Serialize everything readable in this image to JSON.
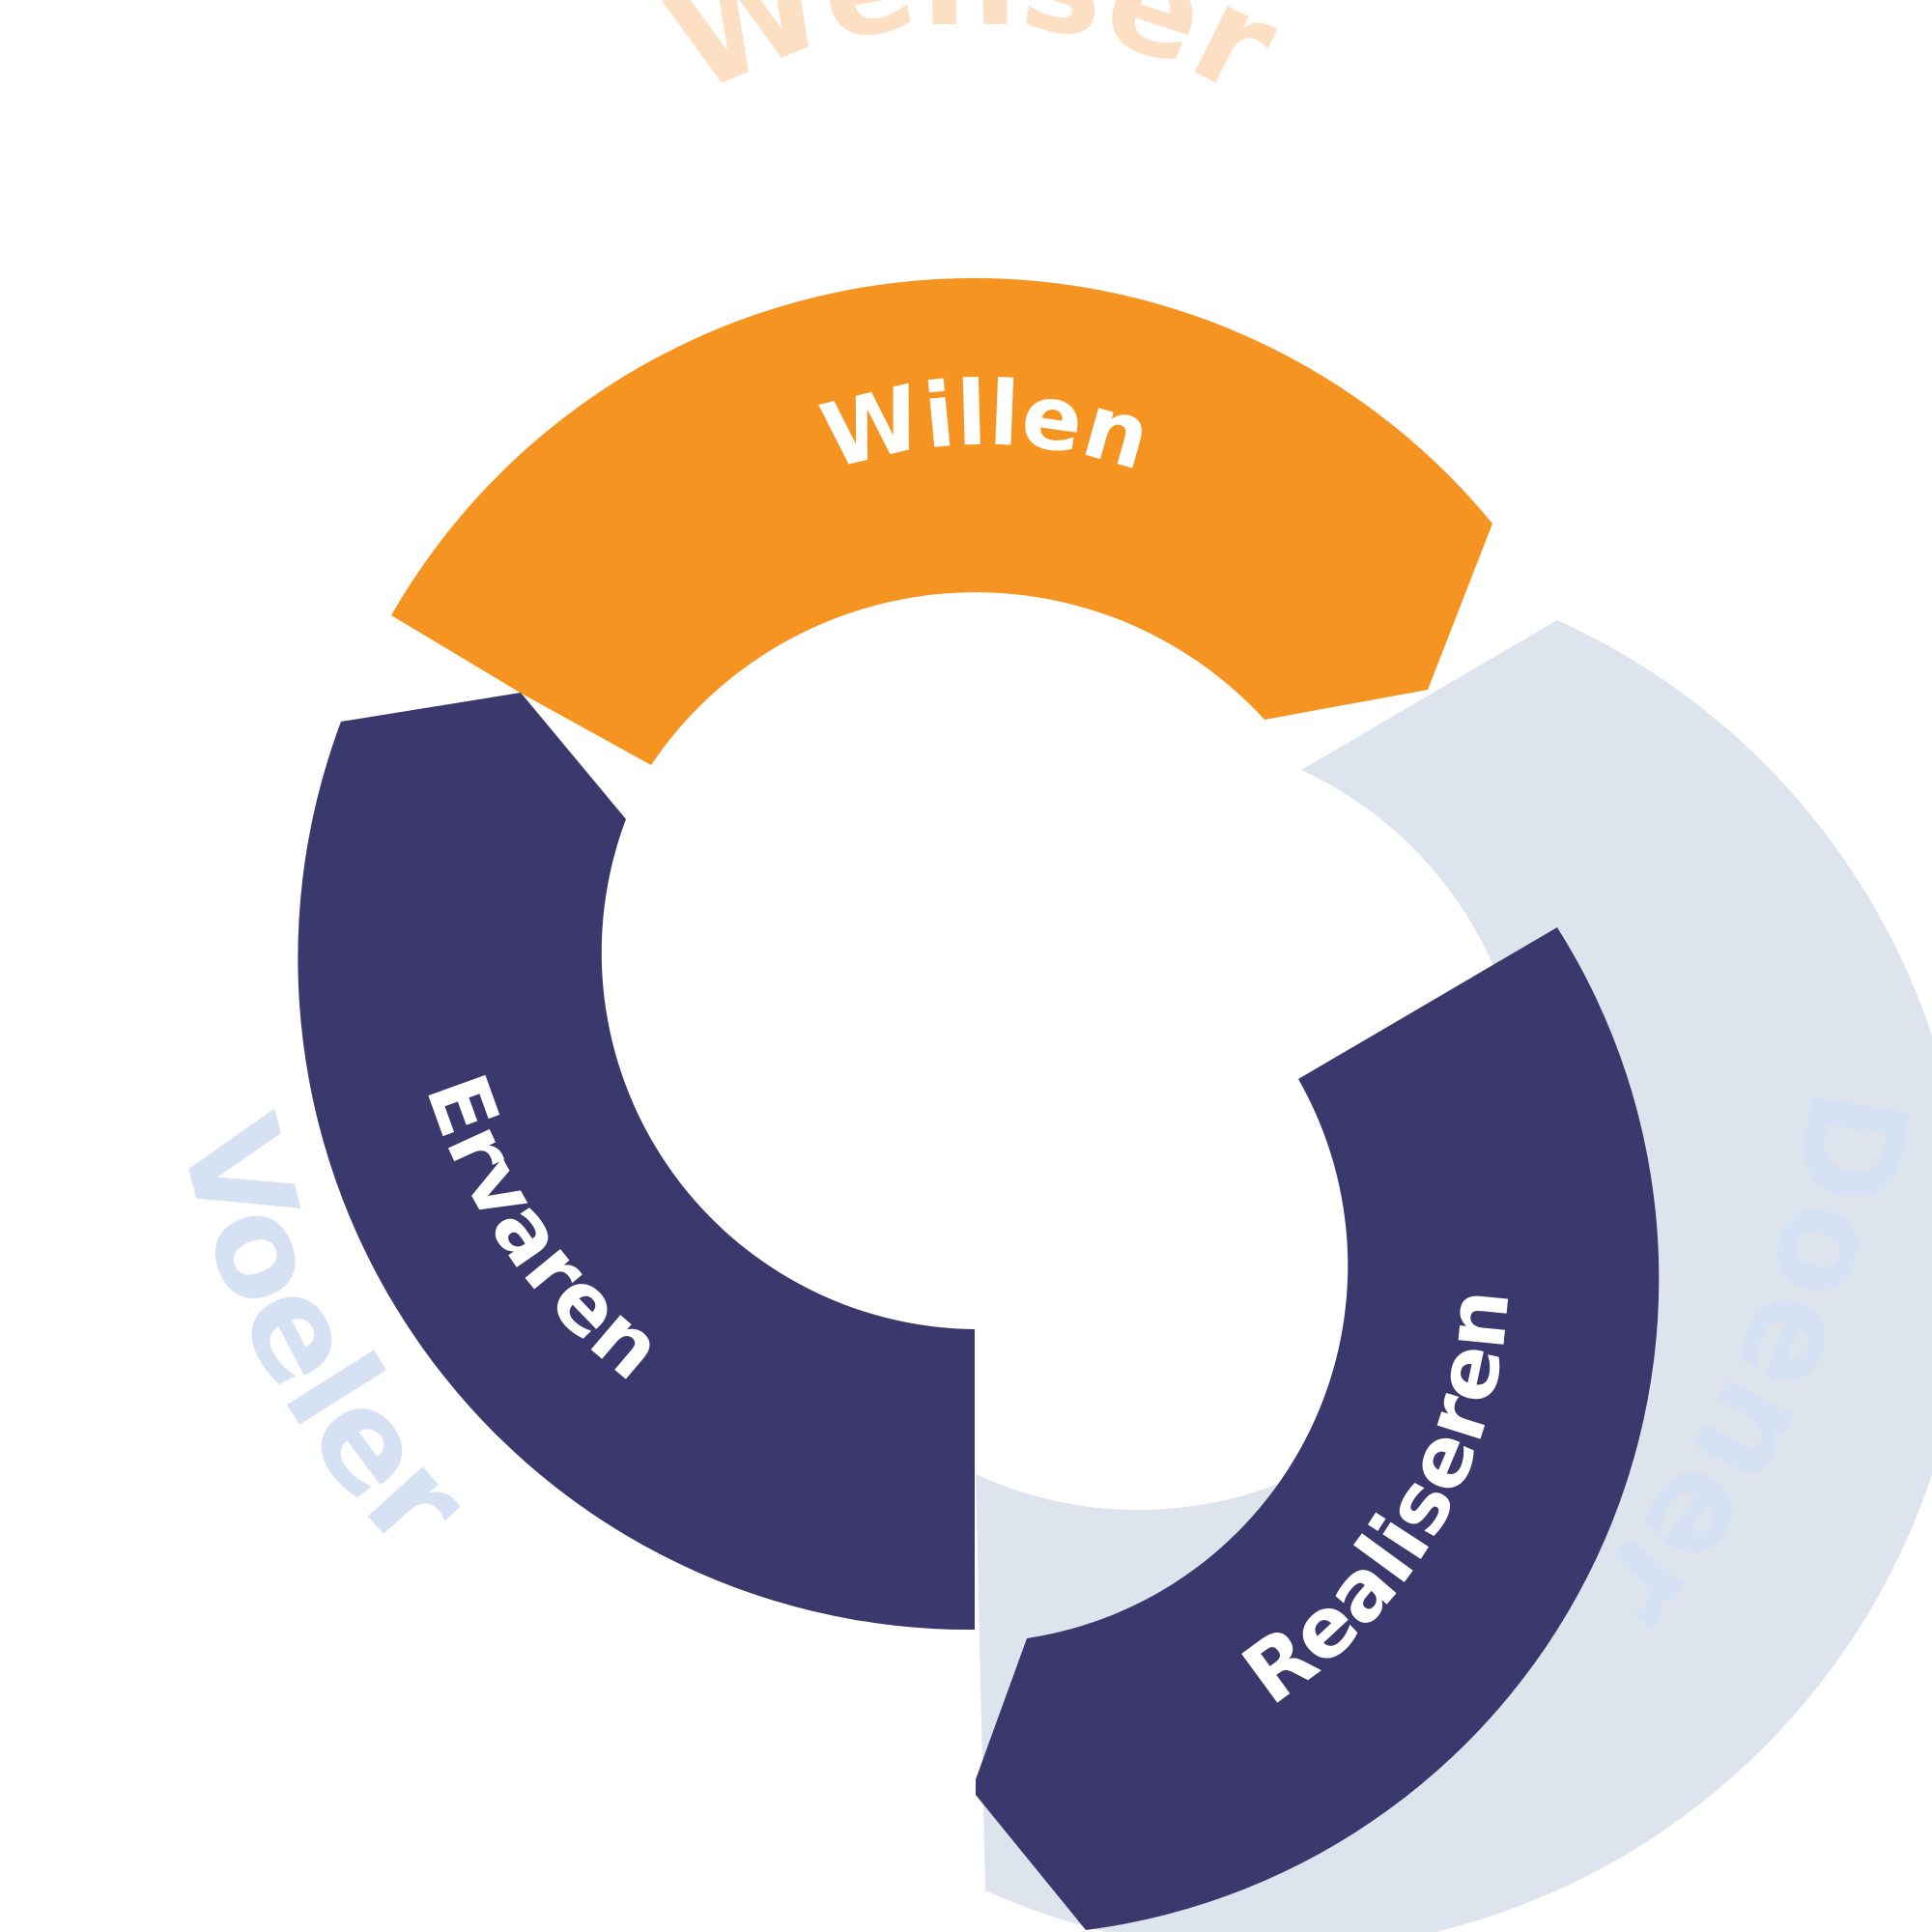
{
  "outer_labels": {
    "top": "Wenser",
    "left": "Voeler",
    "right": "Doener"
  },
  "segments": {
    "top": "Willen",
    "left": "Ervaren",
    "right": "Realiseren"
  },
  "colors": {
    "orange": "#F59420",
    "navy": "#3B386E",
    "light_gray_blue": "#DEE4EE",
    "peach": "#FDE0C4",
    "light_blue": "#D6E2F3",
    "white": "#FFFFFF"
  }
}
